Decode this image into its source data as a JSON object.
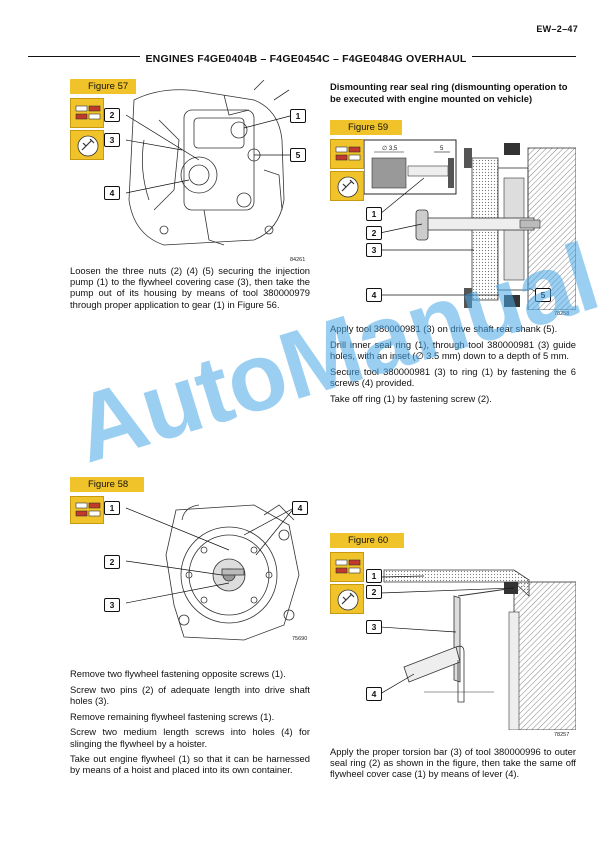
{
  "header": {
    "page_number": "EW–2–47",
    "title": "ENGINES F4GE0404B – F4GE0454C – F4GE0484G OVERHAUL"
  },
  "figures": {
    "fig57": {
      "label": "Figure 57",
      "code": "84261",
      "callouts": [
        "2",
        "3",
        "4",
        "1",
        "5"
      ]
    },
    "fig58": {
      "label": "Figure 58",
      "code": "75690",
      "callouts": [
        "1",
        "2",
        "3",
        "4"
      ]
    },
    "fig59": {
      "label": "Figure 59",
      "code": "78258",
      "callouts": [
        "1",
        "2",
        "3",
        "4",
        "5"
      ],
      "dimension_label": "∅ 3,5",
      "dimension_5": "5"
    },
    "fig60": {
      "label": "Figure 60",
      "code": "78257",
      "callouts": [
        "1",
        "2",
        "3",
        "4"
      ]
    }
  },
  "text": {
    "fig57_caption": "Loosen the three nuts (2) (4) (5) securing the injection pump (1) to the flywheel covering case (3), then take the pump out of its housing by means of tool 380000979 through proper application to gear (1) in Figure 56.",
    "rear_seal_heading": "Dismounting rear seal ring (dismounting operation to be executed with engine mounted on vehicle)",
    "fig59_paragraphs": [
      "Apply tool 380000981 (3) on drive shaft rear shank (5).",
      "Drill inner seal ring (1), through tool 380000981 (3) guide holes, with an inset (∅ 3.5 mm) down to a depth of 5 mm.",
      "Secure tool 380000981 (3) to ring (1) by fastening the 6 screws (4) provided.",
      "Take off ring (1) by fastening screw (2)."
    ],
    "fig58_paragraphs": [
      "Remove two flywheel fastening opposite screws (1).",
      "Screw two pins (2) of adequate length into drive shaft holes (3).",
      "Remove remaining flywheel fastening screws (1).",
      "Screw two medium length screws into holes (4) for slinging the flywheel by a hoister.",
      "Take out engine flywheel (1) so that it can be harnessed by means of a hoist and placed into its own container."
    ],
    "fig60_caption": "Apply the proper torsion bar (3) of tool 380000996 to outer seal ring (2) as shown in the figure, then take the same off flywheel cover case (1) by means of lever (4)."
  },
  "watermark": "AutoManual",
  "colors": {
    "figure_label_bg": "#f0c32a",
    "icon_bg": "#f0c32a",
    "watermark": "#4aa8e8"
  },
  "icons": {
    "engine_disassembly": "removal-icon",
    "tool": "tool-icon"
  }
}
